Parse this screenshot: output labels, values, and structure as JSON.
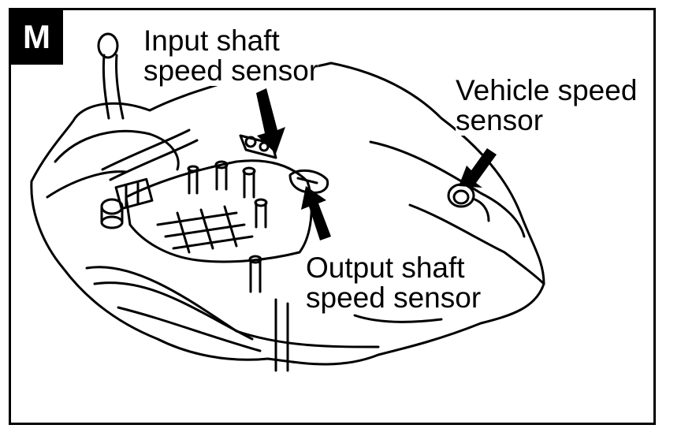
{
  "figure": {
    "badge": "M",
    "labels": {
      "input_shaft": [
        "Input shaft",
        "speed sensor"
      ],
      "vehicle_speed": [
        "Vehicle speed",
        "sensor"
      ],
      "output_shaft": [
        "Output shaft",
        "speed sensor"
      ]
    },
    "colors": {
      "ink": "#000000",
      "paper": "#ffffff"
    }
  }
}
